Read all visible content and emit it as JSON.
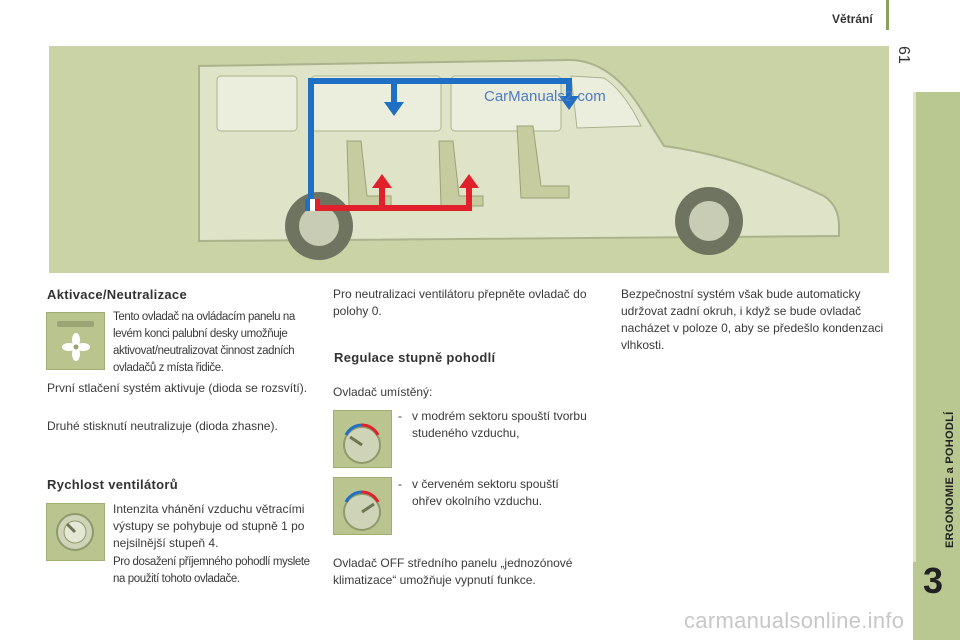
{
  "header": {
    "title": "Větrání",
    "page_number": "61"
  },
  "sidebar": {
    "label": "ERGONOMIE a POHODLÍ",
    "chapter": "3"
  },
  "hero": {
    "watermark": "CarManuals2.com"
  },
  "col1": {
    "heading1": "Aktivace/Neutralizace",
    "intro": "Tento ovladač na ovládacím panelu na levém konci palubní desky umožňuje aktivovat/neutralizovat činnost zadních ovladačů z místa řidiče.",
    "p1": "První stlačení systém aktivuje (dioda se rozsvítí).",
    "p2": "Druhé stisknutí neutralizuje (dioda zhasne).",
    "heading2": "Rychlost ventilátorů",
    "p3": "Intenzita vhánění vzduchu větracími výstupy se pohybuje od stupně 1 po nejsilnější stupeň 4.",
    "p4": "Pro dosažení příjemného pohodlí myslete na použití tohoto ovladače."
  },
  "col2": {
    "p1": "Pro neutralizaci ventilátoru přepněte ovladač do polohy 0.",
    "heading": "Regulace stupně pohodlí",
    "p2": "Ovladač umístěný:",
    "bullet1": "v modrém sektoru spouští tvorbu studeného vzduchu,",
    "bullet2": "v červeném sektoru spouští ohřev okolního vzduchu.",
    "bullet_marker": "-",
    "p3": "Ovladač OFF středního panelu „jednozónové klimatizace“ umožňuje vypnutí funkce."
  },
  "col3": {
    "p1": "Bezpečnostní systém však bude automaticky udržovat zadní okruh, i když se bude ovladač nacházet v poloze 0, aby se předešlo kondenzaci vlhkosti."
  },
  "footer": {
    "watermark": "carmanualsonline.info"
  },
  "colors": {
    "accent_green": "#b9c890",
    "cold_blue": "#1f6fc4",
    "hot_red": "#e0202a"
  },
  "icons": [
    "fan-icon",
    "knob-icon",
    "temperature-dial-icon",
    "van-illustration"
  ]
}
